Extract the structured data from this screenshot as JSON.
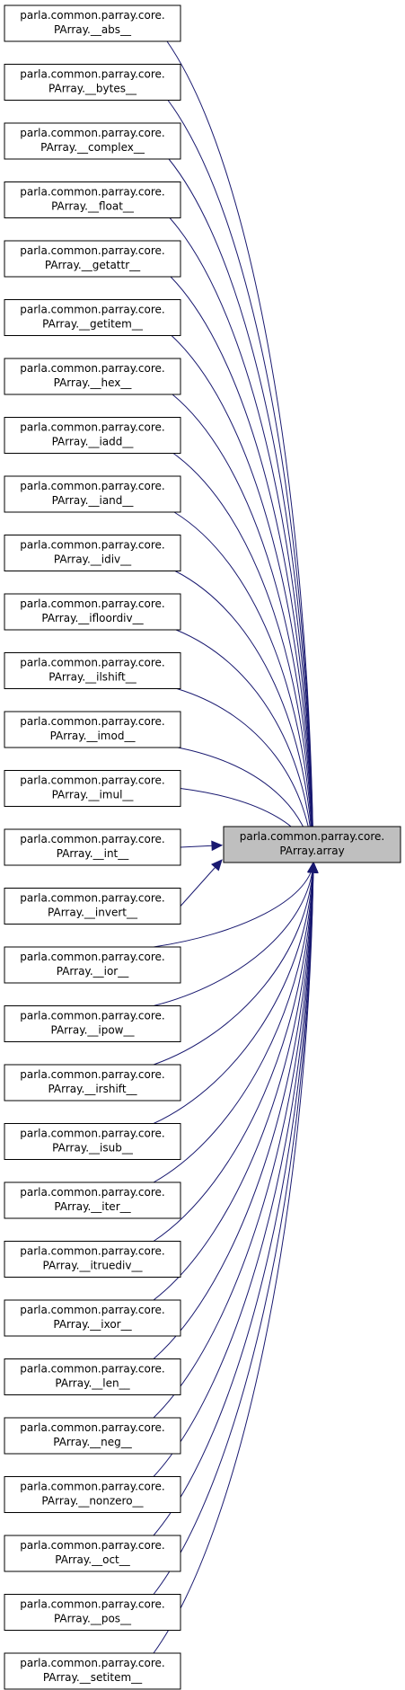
{
  "target": {
    "line1": "parla.common.parray.core.",
    "line2": "PArray.array"
  },
  "callers": [
    {
      "line1": "parla.common.parray.core.",
      "line2": "PArray.__abs__"
    },
    {
      "line1": "parla.common.parray.core.",
      "line2": "PArray.__bytes__"
    },
    {
      "line1": "parla.common.parray.core.",
      "line2": "PArray.__complex__"
    },
    {
      "line1": "parla.common.parray.core.",
      "line2": "PArray.__float__"
    },
    {
      "line1": "parla.common.parray.core.",
      "line2": "PArray.__getattr__"
    },
    {
      "line1": "parla.common.parray.core.",
      "line2": "PArray.__getitem__"
    },
    {
      "line1": "parla.common.parray.core.",
      "line2": "PArray.__hex__"
    },
    {
      "line1": "parla.common.parray.core.",
      "line2": "PArray.__iadd__"
    },
    {
      "line1": "parla.common.parray.core.",
      "line2": "PArray.__iand__"
    },
    {
      "line1": "parla.common.parray.core.",
      "line2": "PArray.__idiv__"
    },
    {
      "line1": "parla.common.parray.core.",
      "line2": "PArray.__ifloordiv__"
    },
    {
      "line1": "parla.common.parray.core.",
      "line2": "PArray.__ilshift__"
    },
    {
      "line1": "parla.common.parray.core.",
      "line2": "PArray.__imod__"
    },
    {
      "line1": "parla.common.parray.core.",
      "line2": "PArray.__imul__"
    },
    {
      "line1": "parla.common.parray.core.",
      "line2": "PArray.__int__"
    },
    {
      "line1": "parla.common.parray.core.",
      "line2": "PArray.__invert__"
    },
    {
      "line1": "parla.common.parray.core.",
      "line2": "PArray.__ior__"
    },
    {
      "line1": "parla.common.parray.core.",
      "line2": "PArray.__ipow__"
    },
    {
      "line1": "parla.common.parray.core.",
      "line2": "PArray.__irshift__"
    },
    {
      "line1": "parla.common.parray.core.",
      "line2": "PArray.__isub__"
    },
    {
      "line1": "parla.common.parray.core.",
      "line2": "PArray.__iter__"
    },
    {
      "line1": "parla.common.parray.core.",
      "line2": "PArray.__itruediv__"
    },
    {
      "line1": "parla.common.parray.core.",
      "line2": "PArray.__ixor__"
    },
    {
      "line1": "parla.common.parray.core.",
      "line2": "PArray.__len__"
    },
    {
      "line1": "parla.common.parray.core.",
      "line2": "PArray.__neg__"
    },
    {
      "line1": "parla.common.parray.core.",
      "line2": "PArray.__nonzero__"
    },
    {
      "line1": "parla.common.parray.core.",
      "line2": "PArray.__oct__"
    },
    {
      "line1": "parla.common.parray.core.",
      "line2": "PArray.__pos__"
    },
    {
      "line1": "parla.common.parray.core.",
      "line2": "PArray.__setitem__"
    }
  ],
  "colors": {
    "edge": "#191970",
    "target_fill": "#bfbfbf",
    "node_fill": "#ffffff",
    "border": "#000000"
  }
}
